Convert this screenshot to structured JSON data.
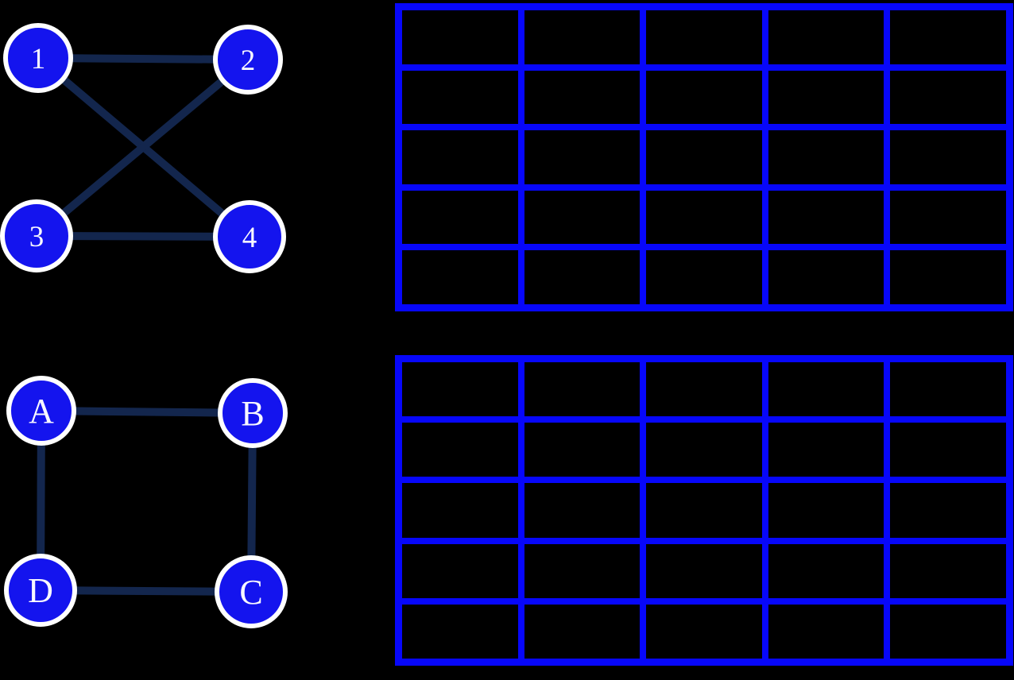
{
  "colors": {
    "background": "#000000",
    "table_border": "#0707fa",
    "node_fill": "#1414ee",
    "node_ring": "#ffffff",
    "edge": "#13264d",
    "node_label": "#f8f8ff"
  },
  "graphs": [
    {
      "id": "graph-1",
      "nodes": [
        {
          "label": "1"
        },
        {
          "label": "2"
        },
        {
          "label": "3"
        },
        {
          "label": "4"
        }
      ],
      "edges": [
        [
          "1",
          "2"
        ],
        [
          "1",
          "4"
        ],
        [
          "2",
          "3"
        ],
        [
          "3",
          "4"
        ]
      ]
    },
    {
      "id": "graph-2",
      "nodes": [
        {
          "label": "A"
        },
        {
          "label": "B"
        },
        {
          "label": "C"
        },
        {
          "label": "D"
        }
      ],
      "edges": [
        [
          "A",
          "B"
        ],
        [
          "A",
          "D"
        ],
        [
          "B",
          "C"
        ],
        [
          "D",
          "C"
        ]
      ]
    }
  ],
  "tables": [
    {
      "id": "table-1",
      "rows": 5,
      "cols": 5,
      "cells": [
        [
          "",
          "",
          "",
          "",
          ""
        ],
        [
          "",
          "",
          "",
          "",
          ""
        ],
        [
          "",
          "",
          "",
          "",
          ""
        ],
        [
          "",
          "",
          "",
          "",
          ""
        ],
        [
          "",
          "",
          "",
          "",
          ""
        ]
      ]
    },
    {
      "id": "table-2",
      "rows": 5,
      "cols": 5,
      "cells": [
        [
          "",
          "",
          "",
          "",
          ""
        ],
        [
          "",
          "",
          "",
          "",
          ""
        ],
        [
          "",
          "",
          "",
          "",
          ""
        ],
        [
          "",
          "",
          "",
          "",
          ""
        ],
        [
          "",
          "",
          "",
          "",
          ""
        ]
      ]
    }
  ]
}
